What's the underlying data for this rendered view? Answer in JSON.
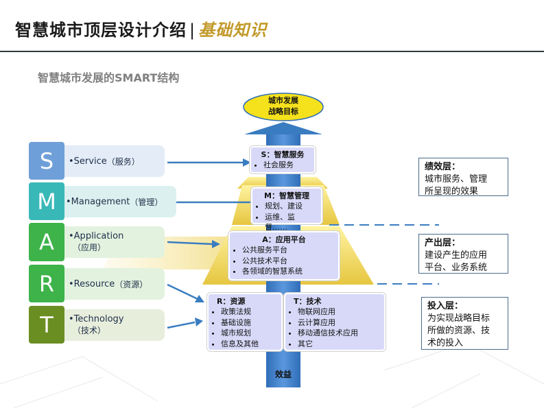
{
  "header": {
    "title": "智慧城市顶层设计介绍",
    "separator": "|",
    "highlight": "基础知识",
    "subtitle": "智慧城市发展的SMART结构"
  },
  "colors": {
    "accent_gold": "#c29a2a",
    "letter_blue": "#6f9fd8",
    "letter_teal": "#39b8b8",
    "letter_green": "#3db34a",
    "letter_olive": "#6b8e23",
    "arrow_blue": "#3a7cc0"
  },
  "smart_rows": [
    {
      "letter": "S",
      "en": "•Service",
      "cn": "（服务）"
    },
    {
      "letter": "M",
      "en": "•Management",
      "cn": "（管理）"
    },
    {
      "letter": "A",
      "en": "•Application",
      "cn": "（应用）"
    },
    {
      "letter": "R",
      "en": "•Resource",
      "cn": "（资源）"
    },
    {
      "letter": "T",
      "en": "•Technology",
      "cn": "（技术）"
    }
  ],
  "pyramid": {
    "goal": [
      "城市发展",
      "战略目标"
    ],
    "benefit": "效益",
    "service": {
      "head": "S：智慧服务",
      "items": [
        "社会服务"
      ]
    },
    "management": {
      "head": "M：智慧管理",
      "items": [
        "规划、建设",
        "运维、监督……"
      ]
    },
    "application": {
      "head": "A：应用平台",
      "items": [
        "公共服务平台",
        "公共技术平台",
        "各领域的智慧系统"
      ]
    },
    "resource": {
      "head": "R：资源",
      "items": [
        "政策法规",
        "基础设施",
        "城市规划",
        "信息及其他"
      ]
    },
    "technology": {
      "head": "T：技术",
      "items": [
        "物联网应用",
        "云计算应用",
        "移动通信技术应用",
        "其它"
      ]
    }
  },
  "side_notes": [
    {
      "head": "绩效层：",
      "lines": [
        "城市服务、管理",
        "所呈现的效果"
      ]
    },
    {
      "head": "产出层：",
      "lines": [
        "建设产生的应用",
        "平台、业务系统"
      ]
    },
    {
      "head": "投入层：",
      "lines": [
        "为实现战略目标",
        "所做的资源、技",
        "术的投入"
      ]
    }
  ]
}
